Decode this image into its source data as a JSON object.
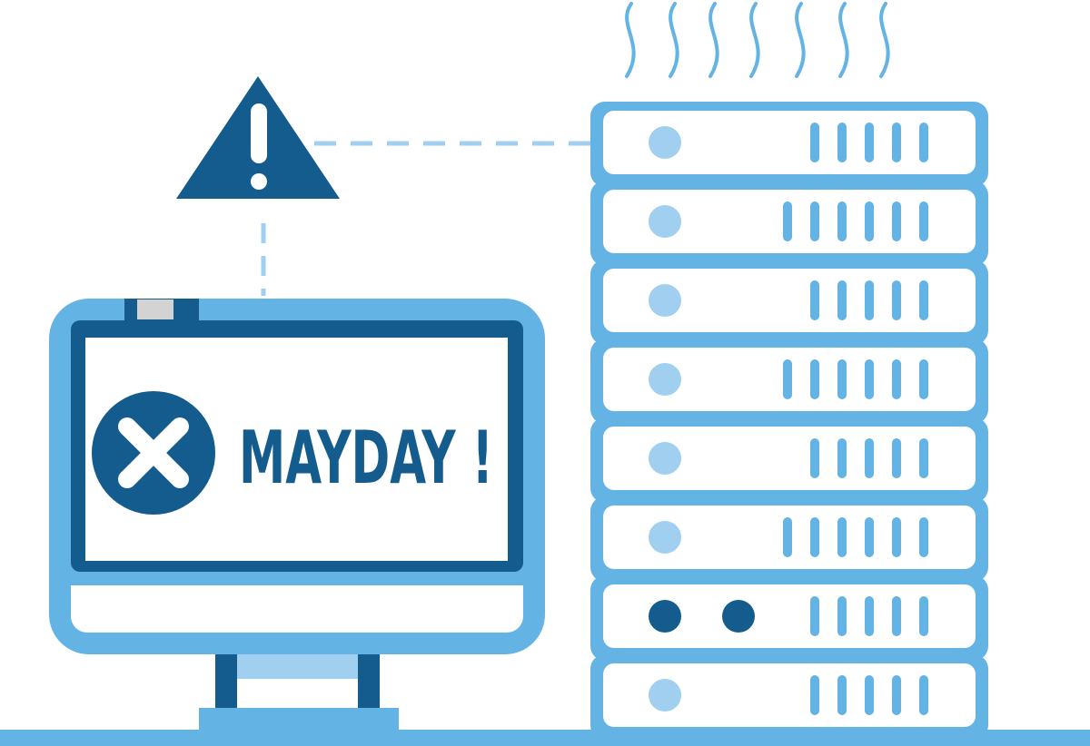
{
  "monitor": {
    "message": "MAYDAY !",
    "status_icon": "error-x-icon"
  },
  "warning": {
    "icon": "warning-triangle-icon"
  },
  "server_rack": {
    "unit_count": 8,
    "units": [
      {
        "lights": 1,
        "vents": 5
      },
      {
        "lights": 1,
        "vents": 6
      },
      {
        "lights": 1,
        "vents": 5
      },
      {
        "lights": 1,
        "vents": 6
      },
      {
        "lights": 1,
        "vents": 5
      },
      {
        "lights": 1,
        "vents": 6
      },
      {
        "lights": 2,
        "vents": 5,
        "alert": true
      },
      {
        "lights": 1,
        "vents": 5
      }
    ],
    "heat_icon": "heat-wave-icon"
  },
  "colors": {
    "light_blue": "#63b3e4",
    "pale_blue": "#a0cff0",
    "dark_blue": "#135c8d",
    "white": "#ffffff",
    "gray": "#d3d3d3"
  }
}
